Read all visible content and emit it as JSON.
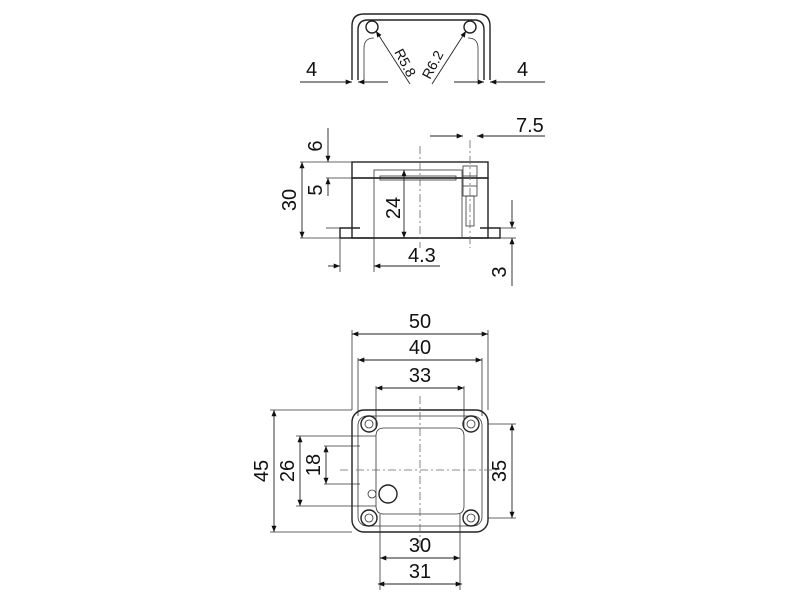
{
  "dimensions": {
    "top_view": {
      "left_wall": "4",
      "right_wall": "4",
      "radius_left": "R5.8",
      "radius_right": "R6.2"
    },
    "side_view": {
      "lid_height": "6",
      "upper_height": "5",
      "total_height": "30",
      "inner_height": "24",
      "flange_offset": "4.3",
      "flange_thickness": "3",
      "screw_head": "7.5"
    },
    "plan_view": {
      "overall_width": "50",
      "mid_width": "40",
      "hole_spacing_top": "33",
      "bottom_width_30": "30",
      "bottom_width_31": "31",
      "overall_height": "45",
      "height_26": "26",
      "height_18": "18",
      "hole_spacing_side": "35"
    }
  }
}
